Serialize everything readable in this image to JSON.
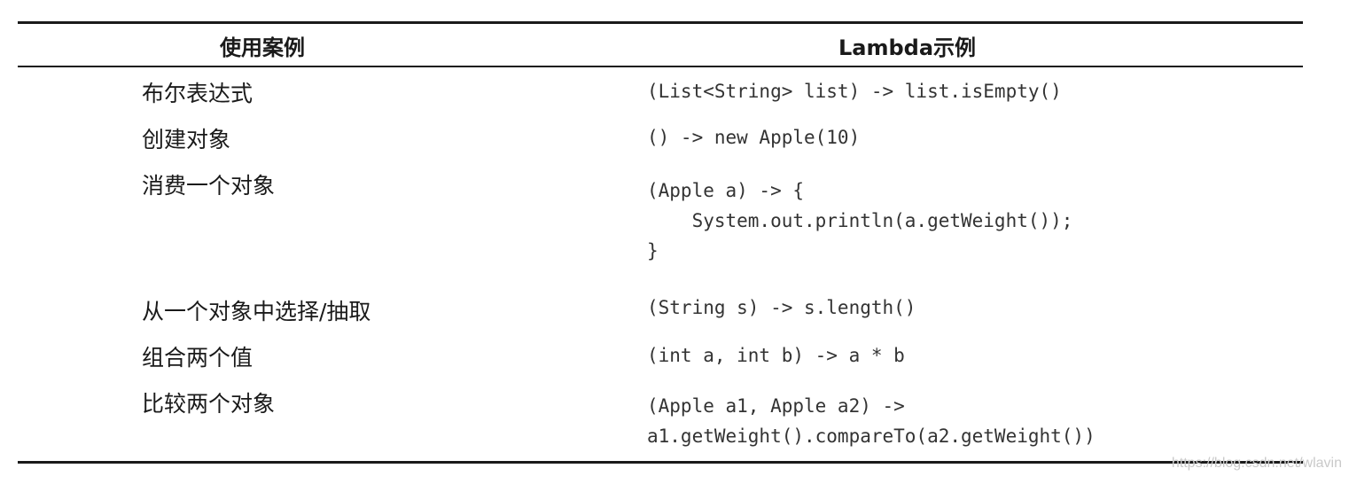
{
  "table": {
    "headers": [
      "使用案例",
      "Lambda示例"
    ],
    "rows": [
      {
        "case": "布尔表达式",
        "code": "(List<String> list) -> list.isEmpty()"
      },
      {
        "case": "创建对象",
        "code": "() -> new Apple(10)"
      },
      {
        "case": "消费一个对象",
        "code": "(Apple a) -> {\n    System.out.println(a.getWeight());\n}"
      },
      {
        "case": "从一个对象中选择/抽取",
        "code": "(String s) -> s.length()"
      },
      {
        "case": "组合两个值",
        "code": "(int a, int b) -> a * b"
      },
      {
        "case": "比较两个对象",
        "code": "(Apple a1, Apple a2) ->\na1.getWeight().compareTo(a2.getWeight())"
      }
    ]
  },
  "watermark": "https://blog.csdn.net/wlavin"
}
